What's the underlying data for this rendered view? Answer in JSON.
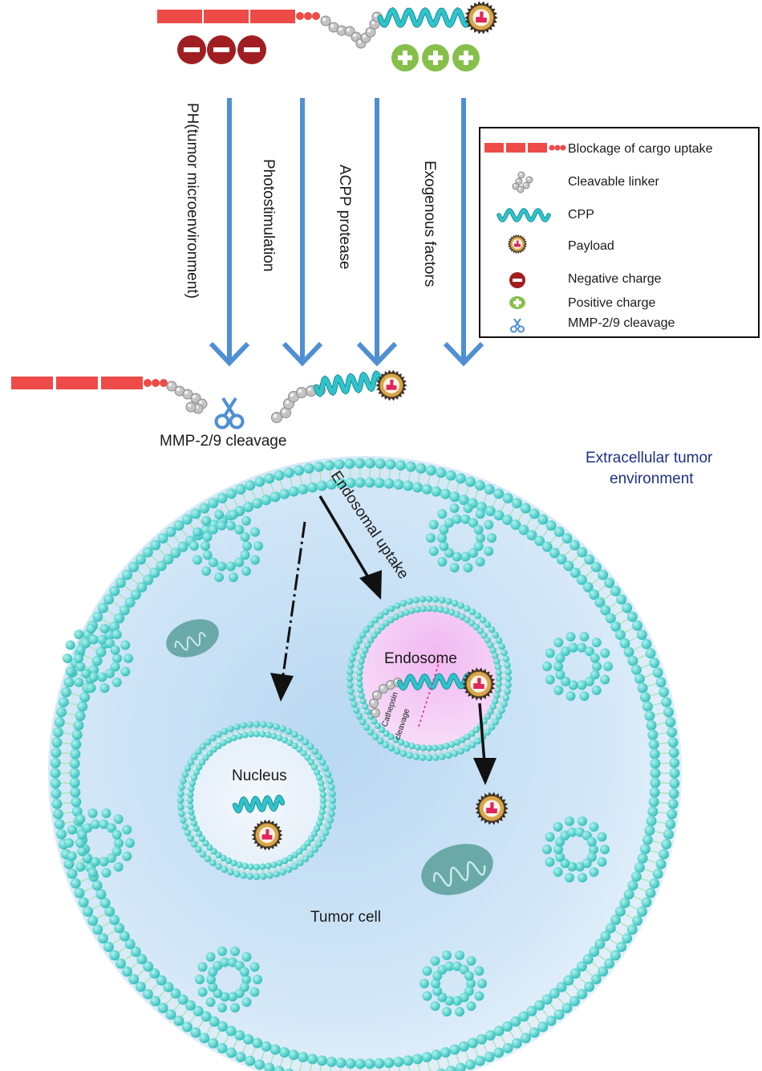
{
  "stimuli": [
    "PH(tumor microenvironment)",
    "Photostimulation",
    "ACPP protease",
    "Exogenous  factors"
  ],
  "legend": {
    "items": [
      {
        "label": "Blockage of cargo uptake",
        "icon": "red-block-chain-icon"
      },
      {
        "label": "Cleavable linker",
        "icon": "gray-bead-linker-icon"
      },
      {
        "label": "CPP",
        "icon": "teal-helix-icon"
      },
      {
        "label": "Payload",
        "icon": "payload-sphere-icon"
      },
      {
        "label": "Negative charge",
        "icon": "negative-charge-icon"
      },
      {
        "label": "Positive charge",
        "icon": "positive-charge-icon"
      },
      {
        "label": "MMP-2/9 cleavage",
        "icon": "scissors-icon"
      }
    ]
  },
  "labels": {
    "cleavage": "MMP-2/9 cleavage",
    "extracellular_line1": "Extracellular  tumor",
    "extracellular_line2": "environment",
    "endosomal_uptake": "Endosomal uptake",
    "endosome": "Endosome",
    "cathepsin_line1": "Cathepsin",
    "cathepsin_line2": "cleavage",
    "nucleus": "Nucleus",
    "tumor_cell": "Tumor cell"
  },
  "colors": {
    "block_red": "#ee4b48",
    "linker_gray": "#b8b8b8",
    "cpp_teal": "#2fc4cc",
    "arrow_blue": "#4f8fd4",
    "membrane_teal": "#52d6cf",
    "negative": "#a01e22",
    "positive": "#86c04a",
    "cytoplasm": "#cfe4f6",
    "endosome_pink": "#e9a8ea",
    "label_navy": "#1f2f86"
  }
}
